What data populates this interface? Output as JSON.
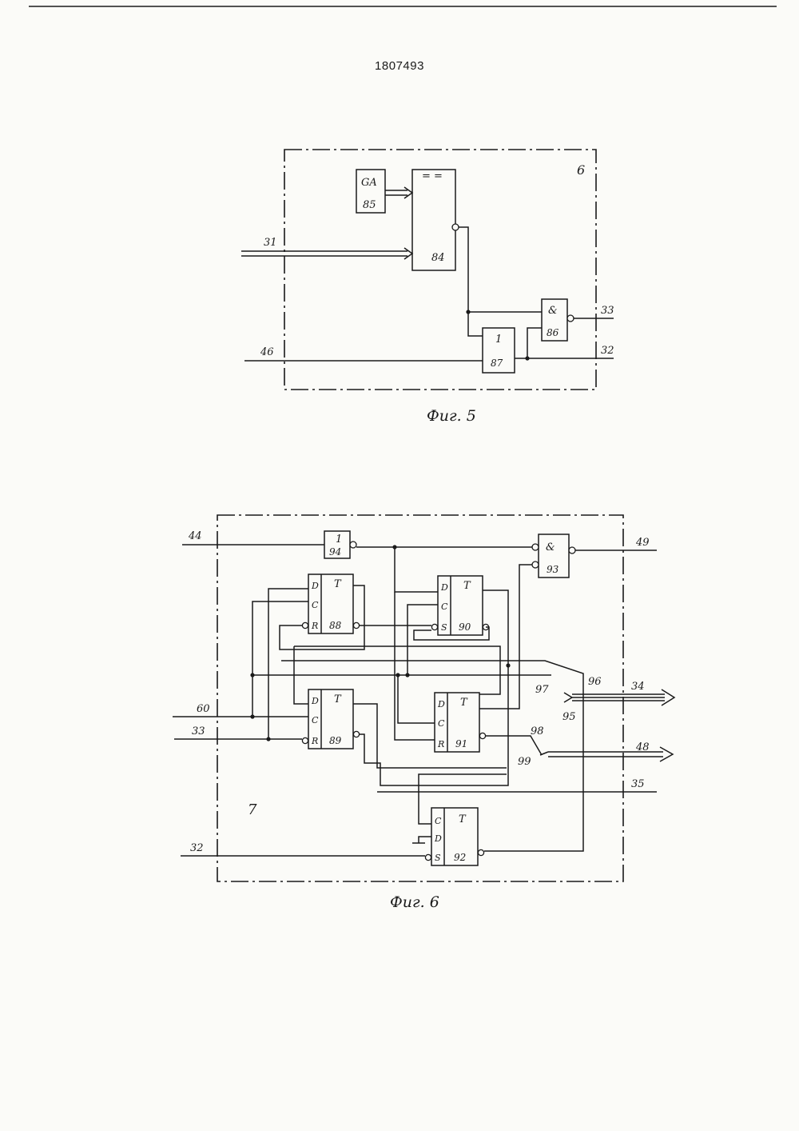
{
  "header": {
    "patent_number": "1807493"
  },
  "fig5": {
    "caption": "Фиг. 5",
    "block_number": "6",
    "elements": {
      "ga": {
        "symbol": "GA",
        "number": "85"
      },
      "comparator": {
        "symbol": "= =",
        "number": "84"
      },
      "and_gate": {
        "symbol": "&",
        "number": "86"
      },
      "or_gate": {
        "symbol": "1",
        "number": "87"
      }
    },
    "lines": {
      "in_31": "31",
      "in_46": "46",
      "out_33": "33",
      "out_32": "32"
    }
  },
  "fig6": {
    "caption": "Фиг. 6",
    "block_number": "7",
    "elements": {
      "inv": {
        "symbol": "1",
        "number": "94"
      },
      "and_gate": {
        "symbol": "&",
        "number": "93"
      },
      "ff88": {
        "t": "T",
        "d": "D",
        "c": "C",
        "r": "R",
        "number": "88"
      },
      "ff89": {
        "t": "T",
        "d": "D",
        "c": "C",
        "r": "R",
        "number": "89"
      },
      "ff90": {
        "t": "T",
        "d": "D",
        "c": "C",
        "s": "S",
        "number": "90"
      },
      "ff91": {
        "t": "T",
        "d": "D",
        "c": "C",
        "r": "R",
        "number": "91"
      },
      "ff92": {
        "t": "T",
        "c": "C",
        "d": "D",
        "s": "S",
        "number": "92"
      }
    },
    "lines": {
      "in_44": "44",
      "in_60": "60",
      "in_33": "33",
      "in_32": "32",
      "out_49": "49",
      "out_34": "34",
      "out_48": "48",
      "out_35": "35",
      "bus_95": "95",
      "l96": "96",
      "l97": "97",
      "l98": "98",
      "l99": "99"
    }
  }
}
